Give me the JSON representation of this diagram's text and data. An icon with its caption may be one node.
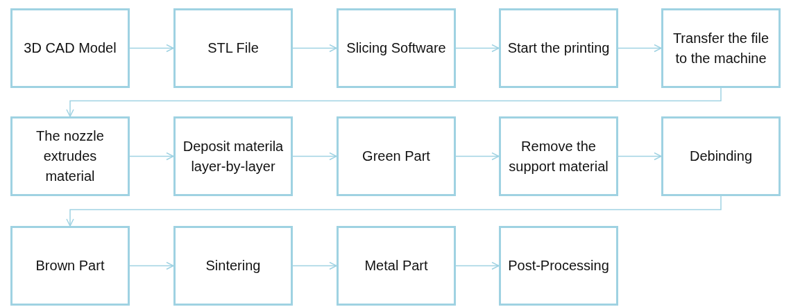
{
  "diagram": {
    "nodes": [
      {
        "text": [
          "3D CAD Model"
        ]
      },
      {
        "text": [
          "STL File"
        ]
      },
      {
        "text": [
          "Slicing Software"
        ]
      },
      {
        "text": [
          "Start the printing"
        ]
      },
      {
        "text": [
          "Transfer the file to the machine"
        ]
      },
      {
        "text": [
          "The nozzle extrudes material"
        ]
      },
      {
        "text": [
          "Deposit materila layer-by-layer"
        ]
      },
      {
        "text": [
          "Green Part"
        ]
      },
      {
        "text": [
          "Remove the support material"
        ]
      },
      {
        "text": [
          "Debinding"
        ]
      },
      {
        "text": [
          "Brown Part"
        ]
      },
      {
        "text": [
          "Sintering"
        ]
      },
      {
        "text": [
          "Metal Part"
        ]
      },
      {
        "text": [
          "Post-Processing"
        ]
      }
    ],
    "edges": [
      {
        "from": 0,
        "to": 1,
        "arrow": "to"
      },
      {
        "from": 1,
        "to": 2,
        "arrow": "to"
      },
      {
        "from": 2,
        "to": 3,
        "arrow": "to"
      },
      {
        "from": 3,
        "to": 4,
        "arrow": "to"
      },
      {
        "from": 4,
        "to": 5,
        "arrow": "to"
      },
      {
        "from": 5,
        "to": 6,
        "arrow": "to"
      },
      {
        "from": 6,
        "to": 7,
        "arrow": "to"
      },
      {
        "from": 7,
        "to": 8,
        "arrow": "to"
      },
      {
        "from": 8,
        "to": 9,
        "arrow": "to"
      },
      {
        "from": 9,
        "to": 10,
        "arrow": "to"
      },
      {
        "from": 10,
        "to": 11,
        "arrow": "to"
      },
      {
        "from": 11,
        "to": 12,
        "arrow": "to"
      },
      {
        "from": 12,
        "to": 13,
        "arrow": "to"
      }
    ]
  }
}
